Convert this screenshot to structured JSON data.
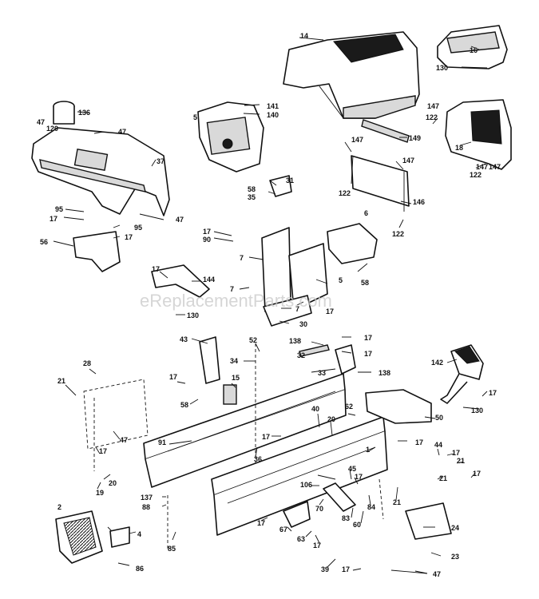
{
  "watermark": "eReplacementParts.com",
  "callouts": [
    {
      "id": "c14",
      "text": "14"
    },
    {
      "id": "c16",
      "text": "16"
    },
    {
      "id": "c130a",
      "text": "130"
    },
    {
      "id": "c136",
      "text": "136"
    },
    {
      "id": "c47a",
      "text": "47"
    },
    {
      "id": "c120",
      "text": "120"
    },
    {
      "id": "c47b",
      "text": "47"
    },
    {
      "id": "c141",
      "text": "141"
    },
    {
      "id": "c140",
      "text": "140"
    },
    {
      "id": "c5a",
      "text": "5"
    },
    {
      "id": "c147a",
      "text": "147"
    },
    {
      "id": "c122a",
      "text": "122"
    },
    {
      "id": "c149",
      "text": "149"
    },
    {
      "id": "c147b",
      "text": "147"
    },
    {
      "id": "c18",
      "text": "18"
    },
    {
      "id": "c147c",
      "text": "147"
    },
    {
      "id": "c122b",
      "text": "122"
    },
    {
      "id": "c37",
      "text": "37"
    },
    {
      "id": "c147d",
      "text": "147"
    },
    {
      "id": "c147e",
      "text": "147"
    },
    {
      "id": "c122c",
      "text": "122"
    },
    {
      "id": "c146",
      "text": "146"
    },
    {
      "id": "c122d",
      "text": "122"
    },
    {
      "id": "c31",
      "text": "31"
    },
    {
      "id": "c58a",
      "text": "58"
    },
    {
      "id": "c35",
      "text": "35"
    },
    {
      "id": "c95a",
      "text": "95"
    },
    {
      "id": "c17a",
      "text": "17"
    },
    {
      "id": "c47c",
      "text": "47"
    },
    {
      "id": "c95b",
      "text": "95"
    },
    {
      "id": "c17b",
      "text": "17"
    },
    {
      "id": "c56",
      "text": "56"
    },
    {
      "id": "c6",
      "text": "6"
    },
    {
      "id": "c17c",
      "text": "17"
    },
    {
      "id": "c90",
      "text": "90"
    },
    {
      "id": "c58b",
      "text": "58"
    },
    {
      "id": "c7a",
      "text": "7"
    },
    {
      "id": "c5b",
      "text": "5"
    },
    {
      "id": "c17d",
      "text": "17"
    },
    {
      "id": "c144",
      "text": "144"
    },
    {
      "id": "c7b",
      "text": "7"
    },
    {
      "id": "c7c",
      "text": "7"
    },
    {
      "id": "c17e",
      "text": "17"
    },
    {
      "id": "c130b",
      "text": "130"
    },
    {
      "id": "c30",
      "text": "30"
    },
    {
      "id": "c43",
      "text": "43"
    },
    {
      "id": "c52",
      "text": "52"
    },
    {
      "id": "c17f",
      "text": "17"
    },
    {
      "id": "c138a",
      "text": "138"
    },
    {
      "id": "c32",
      "text": "32"
    },
    {
      "id": "c17g",
      "text": "17"
    },
    {
      "id": "c34",
      "text": "34"
    },
    {
      "id": "c33",
      "text": "33"
    },
    {
      "id": "c138b",
      "text": "138"
    },
    {
      "id": "c142",
      "text": "142"
    },
    {
      "id": "c28",
      "text": "28"
    },
    {
      "id": "c21a",
      "text": "21"
    },
    {
      "id": "c17h",
      "text": "17"
    },
    {
      "id": "c17i",
      "text": "17"
    },
    {
      "id": "c130c",
      "text": "130"
    },
    {
      "id": "c15",
      "text": "15"
    },
    {
      "id": "c58c",
      "text": "58"
    },
    {
      "id": "c47d",
      "text": "47"
    },
    {
      "id": "c91",
      "text": "91"
    },
    {
      "id": "c62",
      "text": "62"
    },
    {
      "id": "c40",
      "text": "40"
    },
    {
      "id": "c20a",
      "text": "20"
    },
    {
      "id": "c50",
      "text": "50"
    },
    {
      "id": "c17j",
      "text": "17"
    },
    {
      "id": "c17k",
      "text": "17"
    },
    {
      "id": "c1",
      "text": "1"
    },
    {
      "id": "c17l",
      "text": "17"
    },
    {
      "id": "c44",
      "text": "44"
    },
    {
      "id": "c17m",
      "text": "17"
    },
    {
      "id": "c36",
      "text": "36"
    },
    {
      "id": "c21b",
      "text": "21"
    },
    {
      "id": "c20b",
      "text": "20"
    },
    {
      "id": "c45",
      "text": "45"
    },
    {
      "id": "c17n",
      "text": "17"
    },
    {
      "id": "c17o",
      "text": "17"
    },
    {
      "id": "c19",
      "text": "19"
    },
    {
      "id": "c21c",
      "text": "21"
    },
    {
      "id": "c137",
      "text": "137"
    },
    {
      "id": "c106",
      "text": "106"
    },
    {
      "id": "c70",
      "text": "70"
    },
    {
      "id": "c88",
      "text": "88"
    },
    {
      "id": "c84",
      "text": "84"
    },
    {
      "id": "c21d",
      "text": "21"
    },
    {
      "id": "c2",
      "text": "2"
    },
    {
      "id": "c4",
      "text": "4"
    },
    {
      "id": "c17p",
      "text": "17"
    },
    {
      "id": "c83",
      "text": "83"
    },
    {
      "id": "c60",
      "text": "60"
    },
    {
      "id": "c85",
      "text": "85"
    },
    {
      "id": "c67",
      "text": "67"
    },
    {
      "id": "c63",
      "text": "63"
    },
    {
      "id": "c17q",
      "text": "17"
    },
    {
      "id": "c24",
      "text": "24"
    },
    {
      "id": "c86",
      "text": "86"
    },
    {
      "id": "c39",
      "text": "39"
    },
    {
      "id": "c17r",
      "text": "17"
    },
    {
      "id": "c23",
      "text": "23"
    },
    {
      "id": "c47e",
      "text": "47"
    }
  ]
}
